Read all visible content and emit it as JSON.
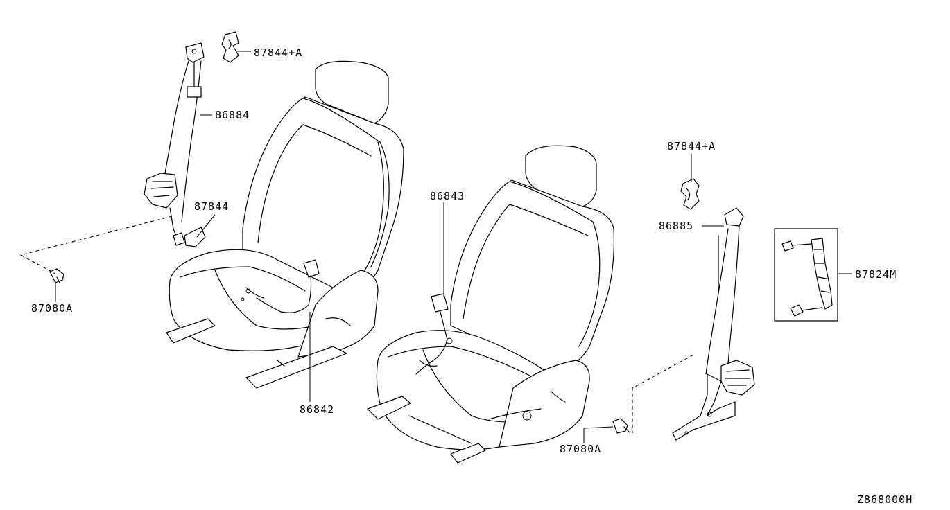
{
  "labels": {
    "l1": "87844+A",
    "l2": "86884",
    "l3": "87844",
    "l4": "87080A",
    "l5": "86842",
    "l6": "86843",
    "l7": "87844+A",
    "l8": "86885",
    "l9": "87824M",
    "l10": "87080A",
    "ref": "Z868000H"
  }
}
